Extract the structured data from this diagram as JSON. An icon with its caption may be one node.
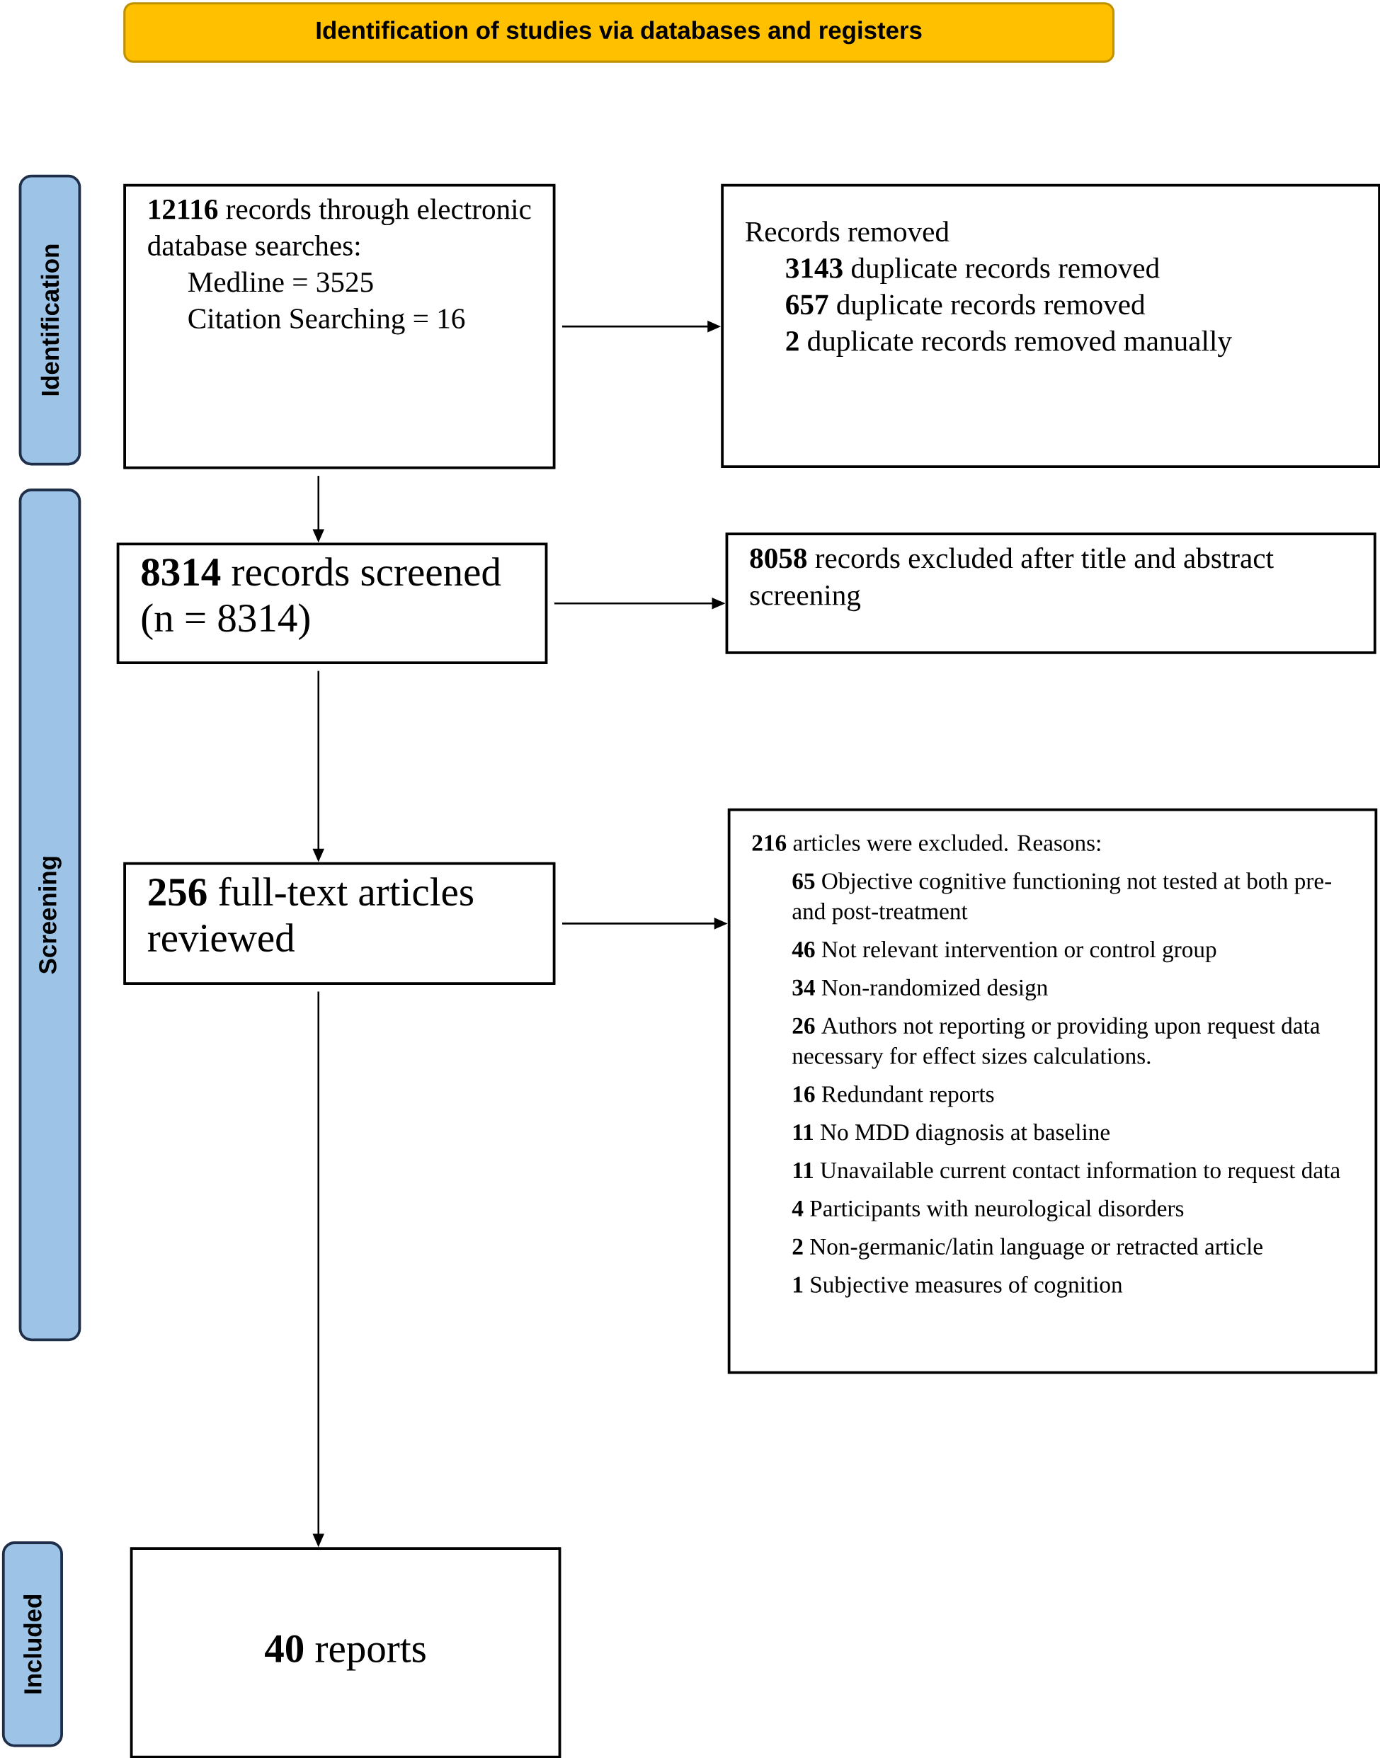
{
  "diagram": {
    "nodes": [
      {
        "text": [
          "Identification of studies via databases and registers"
        ]
      },
      {
        "text": [
          "Identification"
        ]
      },
      {
        "text": [
          "Screening"
        ]
      },
      {
        "text": [
          "Included"
        ]
      },
      {
        "text": [
          "**12116** records through electronic database searches:",
          "Medline = 3525",
          "Citation Searching = 16"
        ]
      },
      {
        "text": [
          "Records removed",
          "**3143** duplicate records removed",
          "**657** duplicate records removed",
          "**2** duplicate records removed manually"
        ]
      },
      {
        "text": [
          "**8314** records screened (n = 8314)"
        ]
      },
      {
        "text": [
          "**8058** records excluded after title and abstract screening"
        ]
      },
      {
        "text": [
          "**256** full-text articles reviewed"
        ]
      },
      {
        "text": [
          "**216** articles were excluded. Reasons:",
          "**65** Objective cognitive functioning not tested at both pre- and post-treatment",
          "**46** Not relevant intervention or control group",
          "**34** Non-randomized design",
          "**26** Authors not reporting or providing upon request data necessary for effect sizes calculations.",
          "**16** Redundant reports",
          "**11** No MDD diagnosis at baseline",
          "**11** Unavailable current contact information to request data",
          "**4** Participants with neurological disorders",
          "**2** Non-germanic/latin language or retracted article",
          "**1** Subjective measures of cognition"
        ]
      },
      {
        "text": [
          "**40** reports"
        ]
      }
    ],
    "edges": [
      {
        "from": 4,
        "to": 5,
        "arrow": "to"
      },
      {
        "from": 4,
        "to": 6,
        "arrow": "to"
      },
      {
        "from": 6,
        "to": 7,
        "arrow": "to"
      },
      {
        "from": 6,
        "to": 8,
        "arrow": "to"
      },
      {
        "from": 8,
        "to": 9,
        "arrow": "to"
      },
      {
        "from": 8,
        "to": 10,
        "arrow": "to"
      }
    ]
  }
}
